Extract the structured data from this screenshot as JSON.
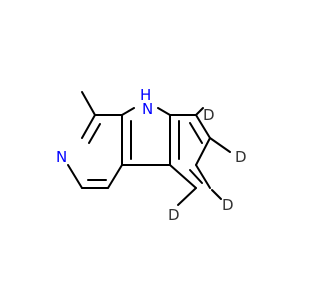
{
  "molecule": {
    "atom_labels": {
      "nh_h": "H",
      "nh_n": "N",
      "pyridine_n": "N",
      "d7": "D",
      "d6": "D",
      "d5": "D",
      "d4": "D"
    },
    "colors": {
      "nitrogen": "#0000ff",
      "deuterium": "#333333",
      "bond": "#000000",
      "background": "#ffffff"
    }
  }
}
